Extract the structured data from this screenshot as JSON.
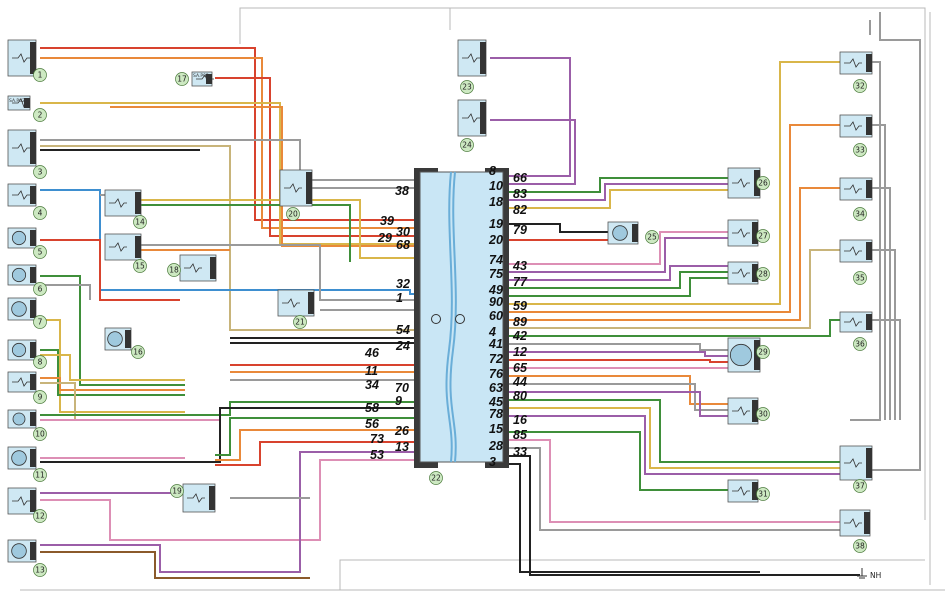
{
  "colors": {
    "red": "#d8432e",
    "orange": "#e9893a",
    "yellow": "#d9b64a",
    "green": "#3f8f3a",
    "blue": "#3e8fd0",
    "violet": "#9b5ea8",
    "pink": "#dd8fb5",
    "brown": "#8b5a2b",
    "gray": "#9a9a9a",
    "black": "#222222",
    "white": "#cfcfcf",
    "beige": "#c8b47a"
  },
  "left_components": [
    "1",
    "2",
    "3",
    "4",
    "5",
    "6",
    "7",
    "8",
    "9",
    "10",
    "11",
    "12",
    "13"
  ],
  "mid_components": [
    "14",
    "15",
    "16",
    "17",
    "18",
    "19",
    "20",
    "21",
    "22"
  ],
  "right_components": [
    "23",
    "24",
    "25",
    "26",
    "27",
    "28",
    "29",
    "30",
    "31",
    "32",
    "33",
    "34",
    "35",
    "36",
    "37",
    "38"
  ],
  "left_pins": [
    "38",
    "39",
    "30",
    "29",
    "68",
    "32",
    "1",
    "54",
    "24",
    "46",
    "11",
    "34",
    "70",
    "58",
    "9",
    "56",
    "26",
    "73",
    "13",
    "53"
  ],
  "right_pins": [
    "8",
    "66",
    "10",
    "83",
    "18",
    "82",
    "19",
    "79",
    "20",
    "74",
    "43",
    "75",
    "77",
    "49",
    "59",
    "90",
    "60",
    "89",
    "4",
    "42",
    "41",
    "12",
    "72",
    "65",
    "76",
    "44",
    "63",
    "80",
    "45",
    "78",
    "16",
    "15",
    "85",
    "28",
    "33",
    "3"
  ],
  "ground_label": "NH",
  "tags": {
    "c17": "SA.P02",
    "c2": "SA.P02"
  }
}
